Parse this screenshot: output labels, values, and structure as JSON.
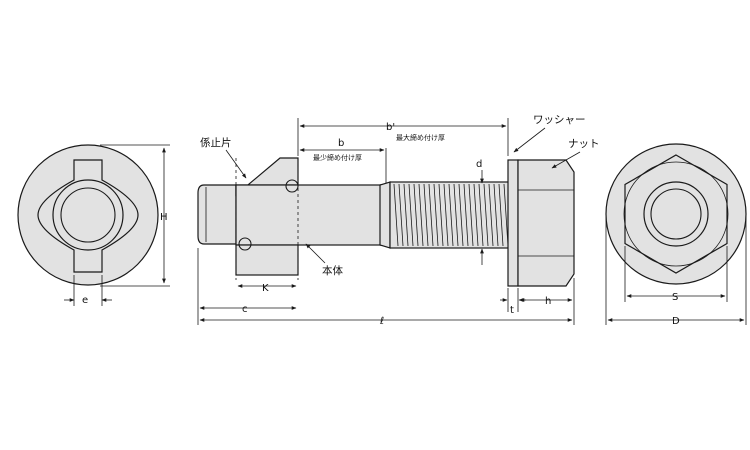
{
  "labels": {
    "locking_piece": "係止片",
    "washer": "ワッシャー",
    "nut": "ナット",
    "body": "本体",
    "b_prime": "b'",
    "b_prime_note": "最大締め付け厚",
    "b": "b",
    "b_note": "最少締め付け厚",
    "d": "d",
    "H": "H",
    "e": "e",
    "K": "K",
    "c": "c",
    "l": "ℓ",
    "t": "t",
    "h": "h",
    "S": "S",
    "D": "D"
  },
  "colors": {
    "fill": "#e2e2e2",
    "stroke": "#1a1a1a"
  }
}
